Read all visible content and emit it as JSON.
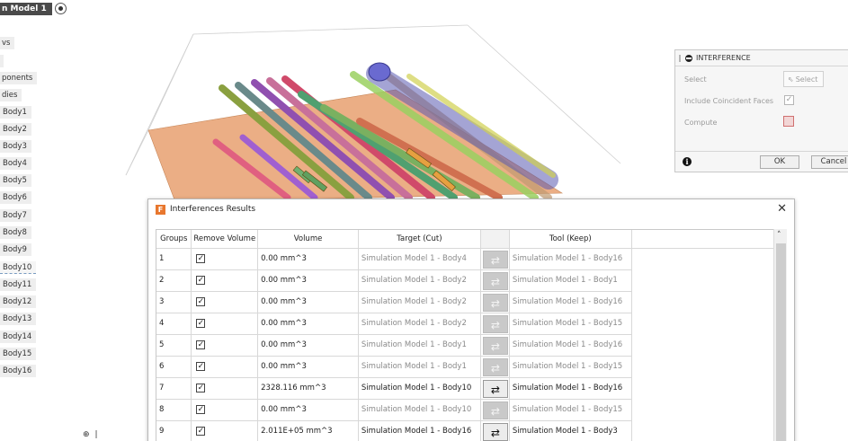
{
  "browser": {
    "title": "n Model 1",
    "nodes": [
      "vs",
      "",
      "ponents",
      "dies",
      "Body1",
      "Body2",
      "Body3",
      "Body4",
      "Body5",
      "Body6",
      "Body7",
      "Body8",
      "Body9",
      "Body10",
      "Body11",
      "Body12",
      "Body13",
      "Body14",
      "Body15",
      "Body16"
    ],
    "bottom_icons": [
      "plus-circle-icon",
      "splitter-icon"
    ]
  },
  "interference_panel": {
    "title": "INTERFERENCE",
    "select_label": "Select",
    "select_button": "Select",
    "coincident_label": "Include Coincident Faces",
    "coincident_checked": true,
    "compute_label": "Compute",
    "ok_label": "OK",
    "cancel_label": "Cancel"
  },
  "results": {
    "title": "Interferences Results",
    "columns": [
      "Groups",
      "Remove Volume",
      "Volume",
      "Target (Cut)",
      "",
      "Tool (Keep)"
    ],
    "rows": [
      {
        "group": "1",
        "checked": true,
        "volume": "0.00 mm^3",
        "target": "Simulation Model 1 - Body4",
        "tool": "Simulation Model 1 - Body16",
        "active": false
      },
      {
        "group": "2",
        "checked": true,
        "volume": "0.00 mm^3",
        "target": "Simulation Model 1 - Body2",
        "tool": "Simulation Model 1 - Body1",
        "active": false
      },
      {
        "group": "3",
        "checked": true,
        "volume": "0.00 mm^3",
        "target": "Simulation Model 1 - Body2",
        "tool": "Simulation Model 1 - Body16",
        "active": false
      },
      {
        "group": "4",
        "checked": true,
        "volume": "0.00 mm^3",
        "target": "Simulation Model 1 - Body2",
        "tool": "Simulation Model 1 - Body15",
        "active": false
      },
      {
        "group": "5",
        "checked": true,
        "volume": "0.00 mm^3",
        "target": "Simulation Model 1 - Body1",
        "tool": "Simulation Model 1 - Body16",
        "active": false
      },
      {
        "group": "6",
        "checked": true,
        "volume": "0.00 mm^3",
        "target": "Simulation Model 1 - Body1",
        "tool": "Simulation Model 1 - Body15",
        "active": false
      },
      {
        "group": "7",
        "checked": true,
        "volume": "2328.116 mm^3",
        "target": "Simulation Model 1 - Body10",
        "tool": "Simulation Model 1 - Body16",
        "active": true
      },
      {
        "group": "8",
        "checked": true,
        "volume": "0.00 mm^3",
        "target": "Simulation Model 1 - Body10",
        "tool": "Simulation Model 1 - Body15",
        "active": false
      },
      {
        "group": "9",
        "checked": true,
        "volume": "2.011E+05 mm^3",
        "target": "Simulation Model 1 - Body16",
        "tool": "Simulation Model 1 - Body3",
        "active": true
      }
    ]
  },
  "colors": {
    "plane": "#e8a070",
    "highlight_cylinder": "#5a5ab0",
    "accent": "#e8772e"
  }
}
